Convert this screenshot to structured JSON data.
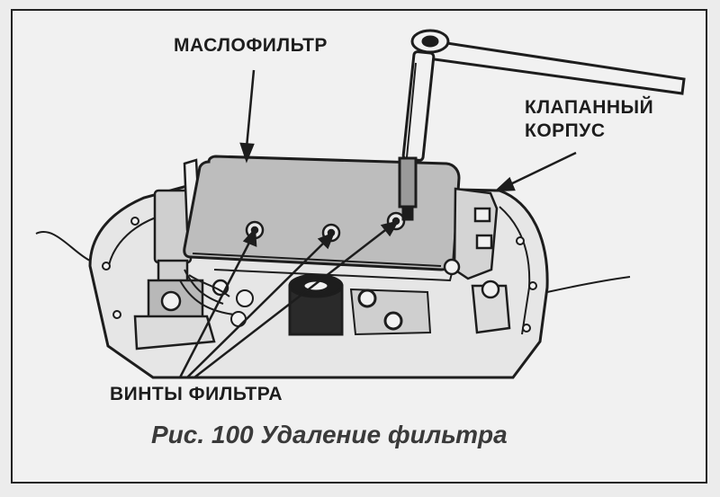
{
  "labels": {
    "oil_filter": "МАСЛОФИЛЬТР",
    "valve_body_line1": "КЛАПАННЫЙ",
    "valve_body_line2": "КОРПУС",
    "filter_screws": "ВИНТЫ ФИЛЬТРА"
  },
  "caption": "Рис. 100 Удаление фильтра",
  "colors": {
    "ink": "#1d1d1d",
    "paper": "#f1f1f1",
    "filter_fill": "#bdbdbd"
  }
}
